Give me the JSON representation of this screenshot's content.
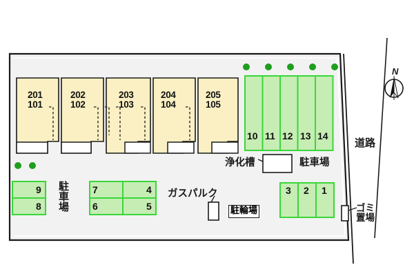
{
  "plan": {
    "title": "apartment-site-plan",
    "compass": {
      "label": "N",
      "name": "north-arrow"
    },
    "road_label": "道路",
    "colors": {
      "building_fill": "#faf0c3",
      "building_stroke": "#1a1a1a",
      "parking_fill": "#c6edb4",
      "parking_stroke": "#3ad63a",
      "site_fill": "#f2f2f2",
      "site_stroke": "#1a1a1a",
      "tree": "#1f9e1f",
      "text": "#111111"
    }
  },
  "building": {
    "name": "apartment-building",
    "units": [
      {
        "upper": "201",
        "lower": "101"
      },
      {
        "upper": "202",
        "lower": "102"
      },
      {
        "upper": "203",
        "lower": "103"
      },
      {
        "upper": "204",
        "lower": "104"
      },
      {
        "upper": "205",
        "lower": "105"
      }
    ]
  },
  "parking": {
    "north_lot": {
      "label": "駐車場",
      "stalls": [
        "10",
        "11",
        "12",
        "13",
        "14"
      ]
    },
    "southwest_lot": {
      "label": "駐車場",
      "stalls_left": [
        "9",
        "8"
      ],
      "stalls_grid": [
        [
          "7",
          "4"
        ],
        [
          "6",
          "5"
        ]
      ]
    },
    "southeast_lot": {
      "stalls": [
        "3",
        "2",
        "1"
      ]
    }
  },
  "facilities": {
    "septic_tank": "浄化槽",
    "gas_park": "ガスパルク",
    "bicycle_parking": "駐輪場",
    "garbage_area": "ゴミ置場"
  },
  "trees": {
    "north_count": 5,
    "west_count": 2
  }
}
